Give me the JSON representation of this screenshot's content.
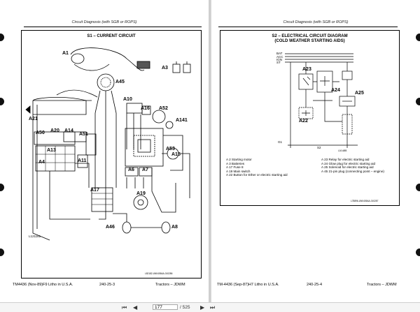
{
  "left_page": {
    "header": "Circuit Diagnosis (with SGB or ROPS)",
    "title": "S1 – CURRENT CIRCUIT",
    "labels": {
      "a1": "A1",
      "a3": "A3",
      "a45": "A45",
      "a10": "A10",
      "a16": "A16",
      "a52": "A52",
      "a21": "A21",
      "a50": "A50",
      "a20": "A20",
      "a14": "A14",
      "a51": "A51",
      "a141": "A141",
      "a13": "A13",
      "a53": "A53",
      "a15": "A15",
      "a4": "A4",
      "a11": "A11",
      "a6": "A6",
      "a7": "A7",
      "a17": "A17",
      "a19": "A19",
      "a46": "A46",
      "a8": "A8"
    },
    "figure_id": "L121181",
    "code": "L82182-UN0405AA-010286",
    "footer": {
      "left": "TM4436 (Nov-89)F9 Litho in U.S.A.",
      "center": "240-25-3",
      "right": "Tractors – JDWM"
    }
  },
  "right_page": {
    "header": "Circuit Diagnosis (with SGB or ROPS)",
    "title_line1": "S2 – ELECTRICAL CIRCUIT DIAGRAM",
    "title_line2": "(COLD WEATHER STARTING AIDS)",
    "terminals": [
      "BAT",
      "ACC",
      "IGN",
      "ST"
    ],
    "labels": {
      "a23": "A23",
      "a22": "A22",
      "a24": "A24",
      "a25": "A25",
      "g1": "G1",
      "s2": "S2",
      "l16": "L16 ABB"
    },
    "legend_left": [
      "A 2 Starting motor",
      "A 3 Batteries",
      "A 17 Fuse 8",
      "A 19 Main switch",
      "A 22 Button for Ether or electric starting aid"
    ],
    "legend_right": [
      "A 23 Relay for electric starting aid",
      "A 24 Glow plug for electric starting aid",
      "A 25 Solenoid for electric starting aid",
      "A 45 21-pin plug (connecting point – engine)"
    ],
    "code": "L78896-UN0405AA-010287",
    "footer": {
      "left": "TM-4436 (Sep-87)H7 Litho in U.S.A.",
      "center": "240-25-4",
      "right": "Tractors – JDWM"
    }
  },
  "viewer": {
    "current_page": "177",
    "total_pages": "/ 525",
    "first": "⏮",
    "prev": "◀",
    "next": "▶",
    "last": "⏭"
  }
}
